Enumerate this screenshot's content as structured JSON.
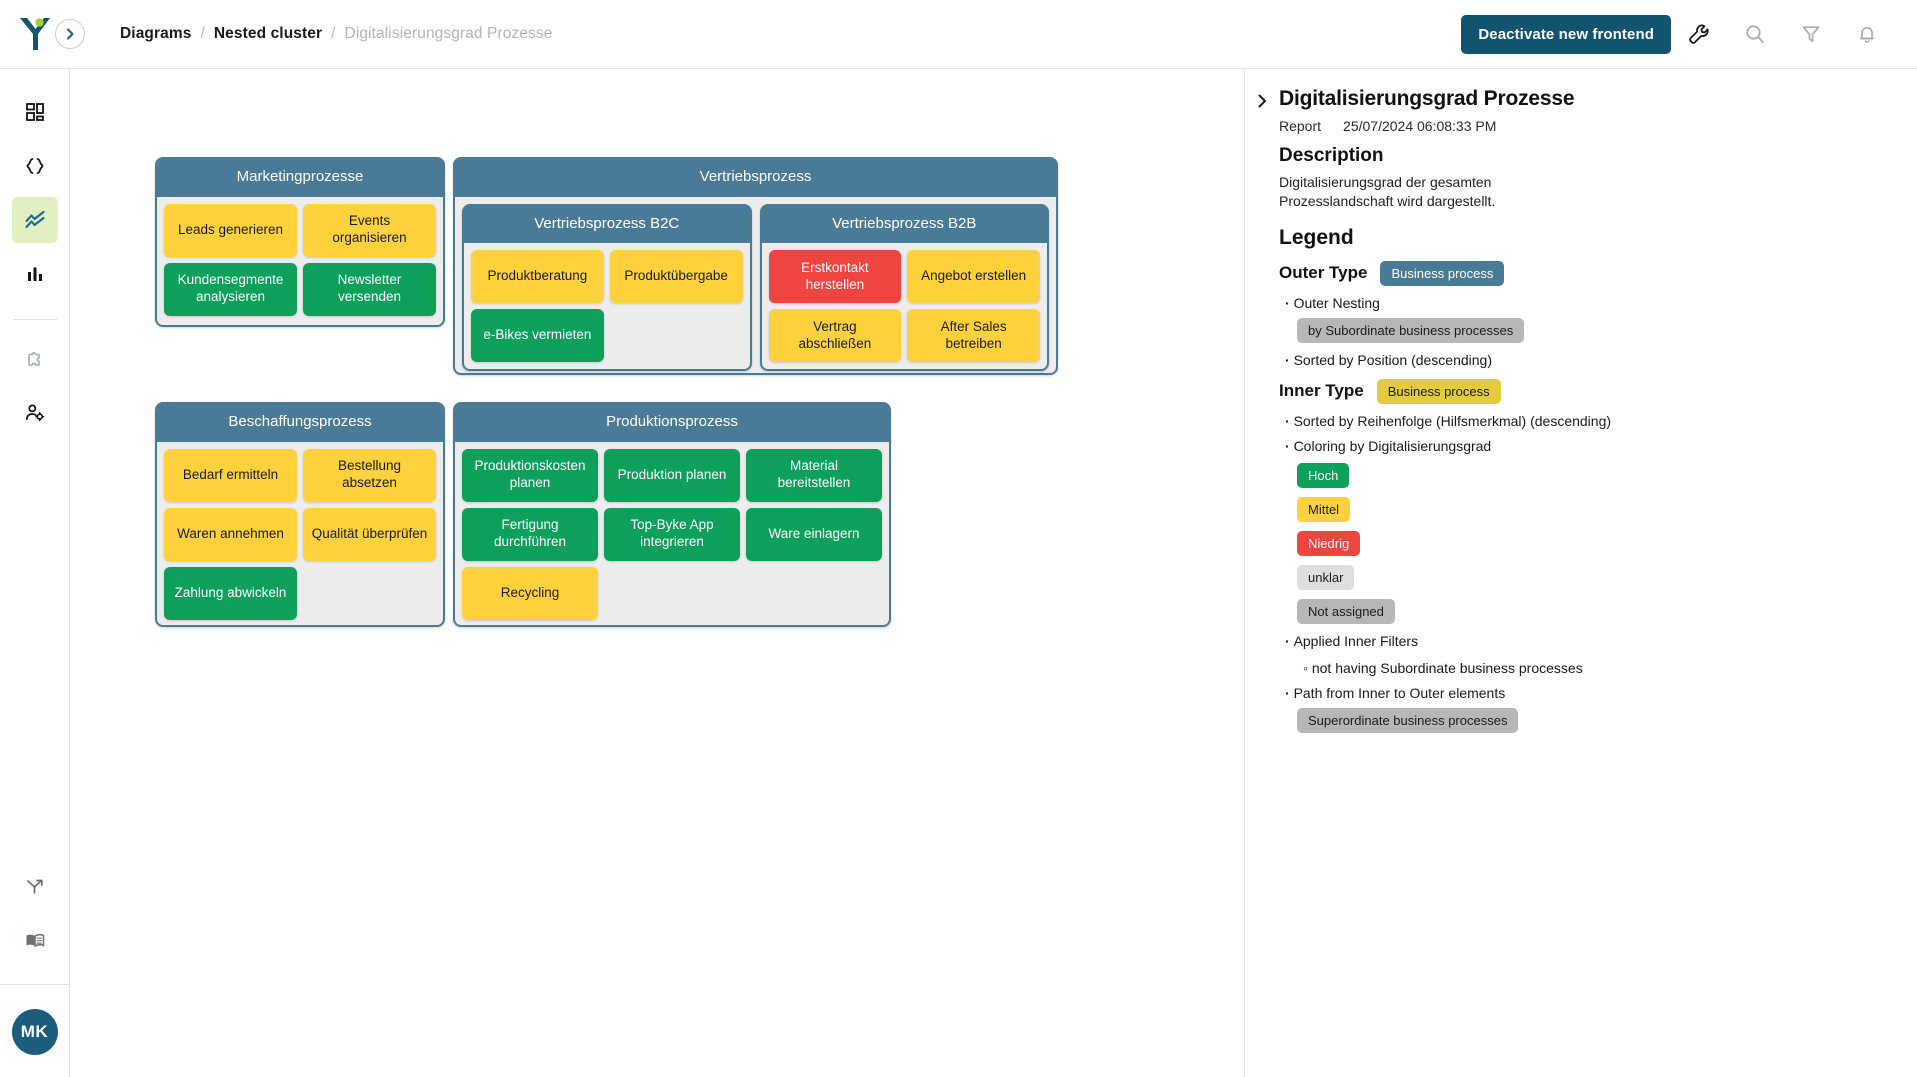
{
  "topbar": {
    "logo_icon": "y-logo-icon",
    "collapse_icon": "chevron-right-icon",
    "breadcrumb": [
      {
        "label": "Diagrams",
        "current": false
      },
      {
        "label": "Nested cluster",
        "current": false
      },
      {
        "label": "Digitalisierungsgrad Prozesse",
        "current": true
      }
    ],
    "separator": "/",
    "primary_button": "Deactivate new frontend",
    "icons": [
      "wrench-icon",
      "search-icon",
      "filter-icon",
      "bell-icon"
    ]
  },
  "rail": {
    "items": [
      {
        "icon": "dashboard-grid-icon",
        "active": false
      },
      {
        "icon": "curly-braces-icon",
        "active": false
      },
      {
        "icon": "trend-line-icon",
        "active": true
      },
      {
        "icon": "bar-chart-icon",
        "active": false
      },
      {
        "icon": "puzzle-piece-icon",
        "active": false
      },
      {
        "icon": "user-settings-icon",
        "active": false
      }
    ],
    "bottom_items": [
      {
        "icon": "branch-arrow-icon"
      },
      {
        "icon": "book-icon"
      }
    ],
    "avatar_initials": "MK"
  },
  "panel": {
    "toggle_icon": "chevron-right-icon",
    "title": "Digitalisierungsgrad Prozesse",
    "kind": "Report",
    "timestamp": "25/07/2024 06:08:33 PM",
    "description_heading": "Description",
    "description": "Digitalisierungsgrad der gesamten Prozesslandschaft wird dargestellt.",
    "legend_heading": "Legend",
    "outer_type_label": "Outer Type",
    "outer_type_value": "Business process",
    "outer_nesting_label": "Outer Nesting",
    "outer_nesting_value": "by Subordinate business processes",
    "sorted_by_position": "Sorted by Position (descending)",
    "inner_type_label": "Inner Type",
    "inner_type_value": "Business process",
    "sorted_by_reihenfolge": "Sorted by Reihenfolge (Hilfsmerkmal) (descending)",
    "coloring_by": "Coloring by Digitalisierungsgrad",
    "color_legend": [
      {
        "label": "Hoch",
        "style": "green"
      },
      {
        "label": "Mittel",
        "style": "gold"
      },
      {
        "label": "Niedrig",
        "style": "red"
      },
      {
        "label": "unklar",
        "style": "lgrey"
      },
      {
        "label": "Not assigned",
        "style": "grey"
      }
    ],
    "applied_inner_filters_label": "Applied Inner Filters",
    "applied_inner_filters_value": "not having Subordinate business processes",
    "path_label": "Path from Inner to Outer elements",
    "path_value": "Superordinate business processes"
  },
  "colors": {
    "brand_blue": "#125470",
    "cluster_header": "#4a7b96",
    "node_high": "#0da05a",
    "node_medium": "#ffd23d",
    "node_low": "#ee4540",
    "cluster_bg": "#ededed",
    "rail_active": "#e3eec1"
  },
  "diagram": {
    "clusters": [
      {
        "id": "marketing",
        "title": "Marketingprozesse",
        "nodes": [
          {
            "label": "Leads generieren",
            "level": "mittel"
          },
          {
            "label": "Events organisieren",
            "level": "mittel"
          },
          {
            "label": "Kundensegmente analysieren",
            "level": "hoch"
          },
          {
            "label": "Newsletter versenden",
            "level": "hoch"
          }
        ]
      },
      {
        "id": "vertrieb",
        "title": "Vertriebsprozess",
        "subclusters": [
          {
            "id": "b2c",
            "title": "Vertriebsprozess B2C",
            "nodes": [
              {
                "label": "Produktberatung",
                "level": "mittel"
              },
              {
                "label": "Produktübergabe",
                "level": "mittel"
              },
              {
                "label": "e-Bikes vermieten",
                "level": "hoch"
              },
              {
                "label": "",
                "level": "empty"
              }
            ]
          },
          {
            "id": "b2b",
            "title": "Vertriebsprozess B2B",
            "nodes": [
              {
                "label": "Erstkontakt herstellen",
                "level": "niedrig"
              },
              {
                "label": "Angebot erstellen",
                "level": "mittel"
              },
              {
                "label": "Vertrag abschließen",
                "level": "mittel"
              },
              {
                "label": "After Sales betreiben",
                "level": "mittel"
              }
            ]
          }
        ]
      },
      {
        "id": "beschaffung",
        "title": "Beschaffungsprozess",
        "nodes": [
          {
            "label": "Bedarf ermitteln",
            "level": "mittel"
          },
          {
            "label": "Bestellung absetzen",
            "level": "mittel"
          },
          {
            "label": "Waren annehmen",
            "level": "mittel"
          },
          {
            "label": "Qualität überprüfen",
            "level": "mittel"
          },
          {
            "label": "Zahlung abwickeln",
            "level": "hoch"
          },
          {
            "label": "",
            "level": "empty"
          }
        ]
      },
      {
        "id": "produktion",
        "title": "Produktionsprozess",
        "nodes": [
          {
            "label": "Produktionskosten planen",
            "level": "hoch"
          },
          {
            "label": "Produktion planen",
            "level": "hoch"
          },
          {
            "label": "Material bereitstellen",
            "level": "hoch"
          },
          {
            "label": "Fertigung durchführen",
            "level": "hoch"
          },
          {
            "label": "Top-Byke App integrieren",
            "level": "hoch"
          },
          {
            "label": "Ware einlagern",
            "level": "hoch"
          },
          {
            "label": "Recycling",
            "level": "mittel"
          },
          {
            "label": "",
            "level": "empty"
          },
          {
            "label": "",
            "level": "empty"
          }
        ]
      }
    ]
  }
}
